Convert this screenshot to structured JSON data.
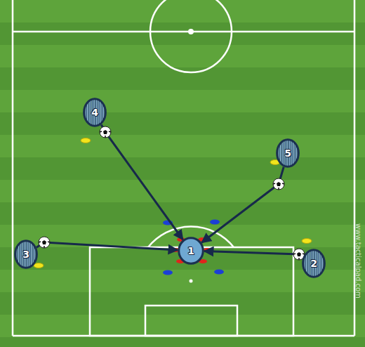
{
  "diagram": {
    "nodes": [
      {
        "text": [
          "4"
        ]
      },
      {
        "text": [
          "5"
        ]
      },
      {
        "text": [
          "3"
        ]
      },
      {
        "text": [
          "1"
        ]
      },
      {
        "text": [
          "2"
        ]
      }
    ],
    "edges": [
      {
        "from": 0,
        "to": 3,
        "arrow": "to"
      },
      {
        "from": 1,
        "to": 3,
        "arrow": "to"
      },
      {
        "from": 2,
        "to": 3,
        "arrow": "to"
      },
      {
        "from": 4,
        "to": 3,
        "arrow": "to"
      }
    ],
    "labels": [
      "www.tacticalpad.com"
    ]
  }
}
